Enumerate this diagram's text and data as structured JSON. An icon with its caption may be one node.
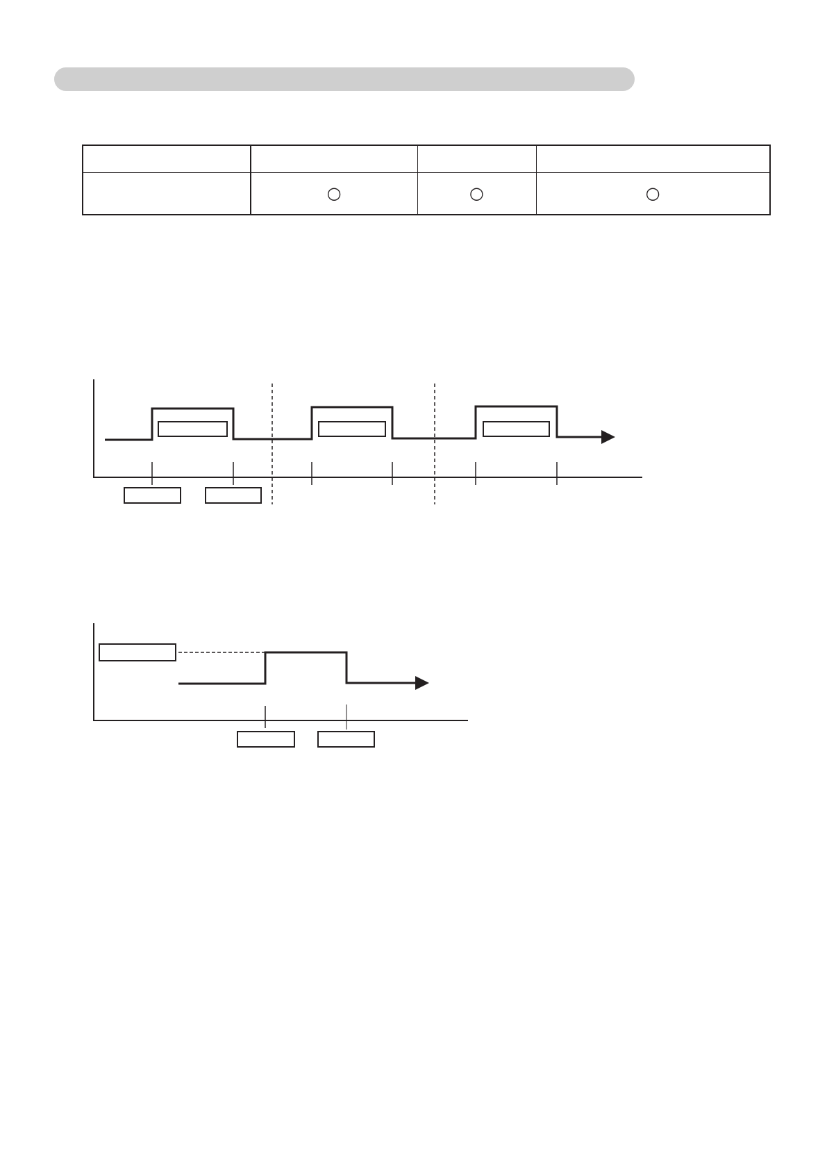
{
  "diagram": {
    "nodes": [
      {
        "text": [],
        "shape": "bar"
      },
      {
        "text": [],
        "shape": "box"
      },
      {
        "text": [],
        "shape": "box"
      },
      {
        "text": [],
        "shape": "box"
      },
      {
        "text": [],
        "shape": "box"
      },
      {
        "text": [],
        "shape": "box"
      },
      {
        "text": [],
        "shape": "box"
      },
      {
        "text": [],
        "shape": "box"
      },
      {
        "text": [],
        "shape": "box"
      }
    ],
    "labels": [
      "○",
      "○",
      "○"
    ]
  }
}
